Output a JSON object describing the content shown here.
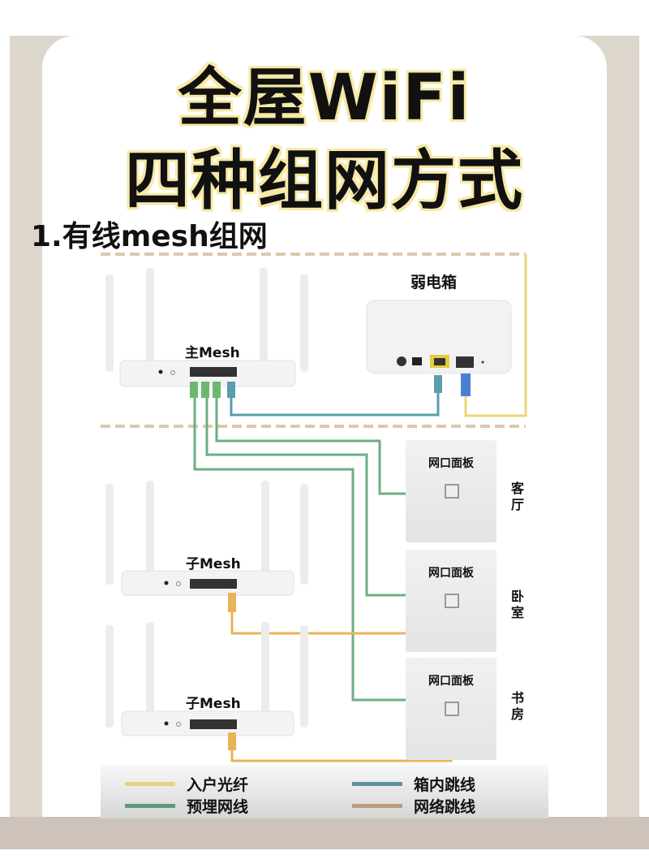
{
  "title": {
    "line1": "全屋WiFi",
    "line2": "四种组网方式"
  },
  "section": {
    "heading": "1.有线mesh组网"
  },
  "devices": {
    "main_mesh": "主Mesh",
    "sub_mesh_1": "子Mesh",
    "sub_mesh_2": "子Mesh",
    "weak_box": "弱电箱"
  },
  "panels": [
    {
      "label": "网口面板",
      "room": "客厅"
    },
    {
      "label": "网口面板",
      "room": "卧室"
    },
    {
      "label": "网口面板",
      "room": "书房"
    }
  ],
  "legend": [
    {
      "label": "入户光纤",
      "color": "#e6d27c"
    },
    {
      "label": "箱内跳线",
      "color": "#5e939f"
    },
    {
      "label": "预埋网线",
      "color": "#5f9a79"
    },
    {
      "label": "网络跳线",
      "color": "#b9a07a"
    }
  ],
  "colors": {
    "fiber": "#ecd67a",
    "box_patch": "#5b9cad",
    "embedded": "#6cae86",
    "network_patch": "#e8b458",
    "dashed_divider": "#dcc8ae",
    "title_outline": "#f7e9a6"
  }
}
